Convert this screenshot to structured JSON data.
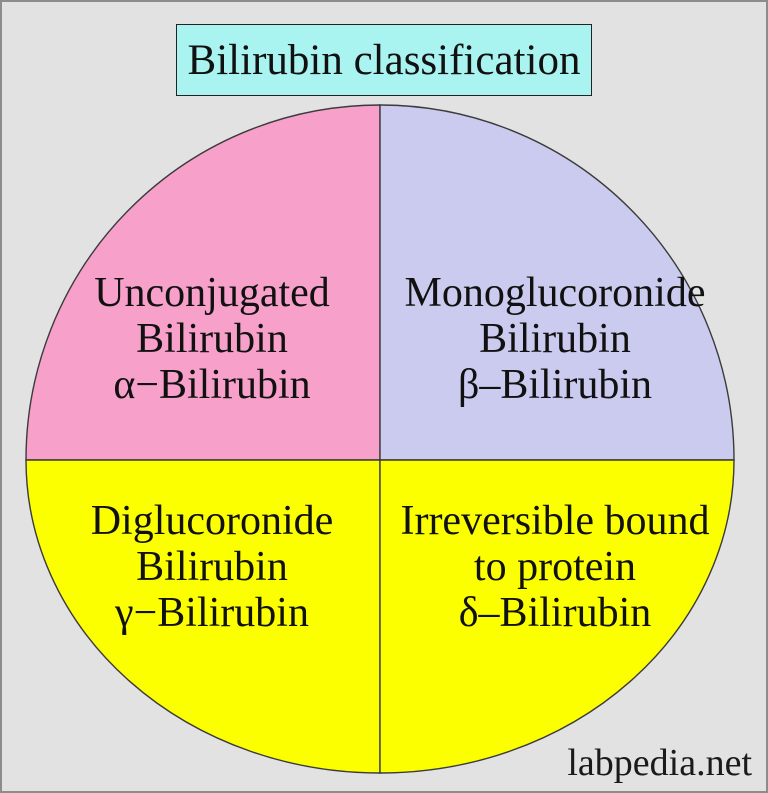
{
  "title": {
    "text": "Bilirubin classification",
    "bg_color": "#A9F4F1",
    "border_color": "#222222"
  },
  "watermark": {
    "text": "labpedia.net",
    "color": "#1A1A1A"
  },
  "page": {
    "background_color": "#E2E2E2",
    "border_color": "#8C8C8C",
    "outline_color": "#3B3B3B"
  },
  "quadrants": [
    {
      "id": "top-left",
      "color": "#F7A0C9",
      "lines": [
        "Unconjugated",
        "Bilirubin",
        "α−Bilirubin"
      ]
    },
    {
      "id": "top-right",
      "color": "#CBCBF0",
      "lines": [
        "Monoglucoronide",
        "Bilirubin",
        "β–Bilirubin"
      ]
    },
    {
      "id": "bottom-left",
      "color": "#FCFF00",
      "lines": [
        "Diglucoronide",
        "Bilirubin",
        "γ−Bilirubin"
      ]
    },
    {
      "id": "bottom-right",
      "color": "#FCFF00",
      "lines": [
        "Irreversible bound",
        "to protein",
        "δ–Bilirubin"
      ]
    }
  ],
  "chart_data": {
    "type": "pie",
    "title": "Bilirubin classification",
    "legend": false,
    "slices": [
      {
        "label": "Unconjugated Bilirubin (α−Bilirubin)",
        "value": 25,
        "color": "#F7A0C9",
        "position": "top-left"
      },
      {
        "label": "Monoglucoronide Bilirubin (β–Bilirubin)",
        "value": 25,
        "color": "#CBCBF0",
        "position": "top-right"
      },
      {
        "label": "Diglucoronide Bilirubin (γ−Bilirubin)",
        "value": 25,
        "color": "#FCFF00",
        "position": "bottom-left"
      },
      {
        "label": "Irreversible bound to protein (δ–Bilirubin)",
        "value": 25,
        "color": "#FCFF00",
        "position": "bottom-right"
      }
    ]
  }
}
